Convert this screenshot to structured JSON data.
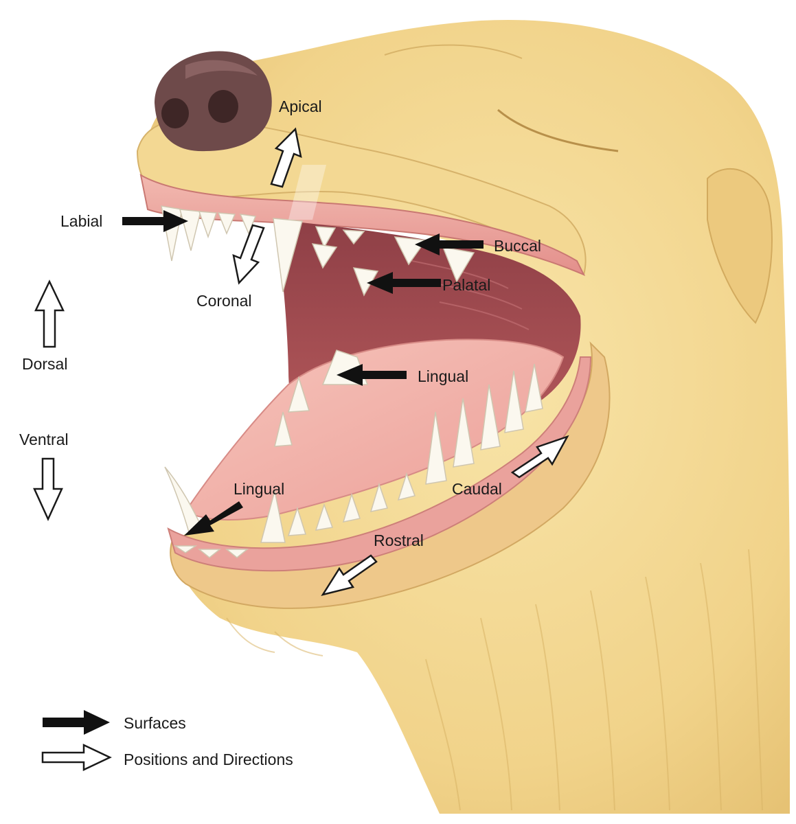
{
  "labels": {
    "apical": "Apical",
    "labial": "Labial",
    "coronal": "Coronal",
    "buccal": "Buccal",
    "palatal": "Palatal",
    "dorsal": "Dorsal",
    "lingual_upper": "Lingual",
    "ventral": "Ventral",
    "lingual_lower": "Lingual",
    "caudal": "Caudal",
    "rostral": "Rostral"
  },
  "legend": {
    "surfaces": "Surfaces",
    "positions": "Positions and Directions"
  },
  "colors": {
    "fur": "#f2d88e",
    "fur_light": "#f8e6ae",
    "fur_shadow": "#e2c072",
    "nose": "#6e4a4a",
    "gum": "#e9a6a0",
    "mouth_dark": "#9c4a4e",
    "tongue": "#f3b8b0",
    "tooth": "#fbf8ef",
    "arrow_solid": "#111111",
    "arrow_outline": "#1a1a1a"
  }
}
